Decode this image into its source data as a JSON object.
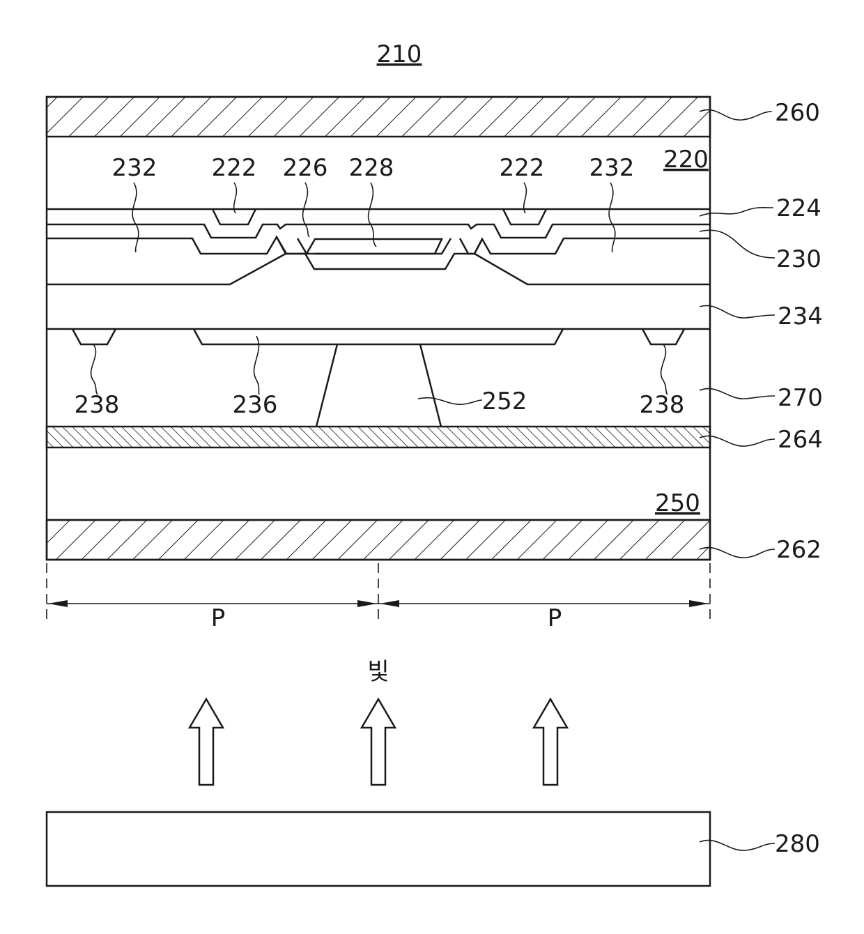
{
  "figure": {
    "title_ref": "210",
    "light_label": "빛",
    "pitch_label": "P",
    "colors": {
      "line": "#1a1a1a",
      "background": "#ffffff"
    }
  },
  "labels": {
    "l260": "260",
    "l220": "220",
    "l232": "232",
    "l222": "222",
    "l226": "226",
    "l228": "228",
    "l224": "224",
    "l230": "230",
    "l234": "234",
    "l238": "238",
    "l236": "236",
    "l252": "252",
    "l270": "270",
    "l264": "264",
    "l250": "250",
    "l262": "262",
    "l280": "280"
  }
}
